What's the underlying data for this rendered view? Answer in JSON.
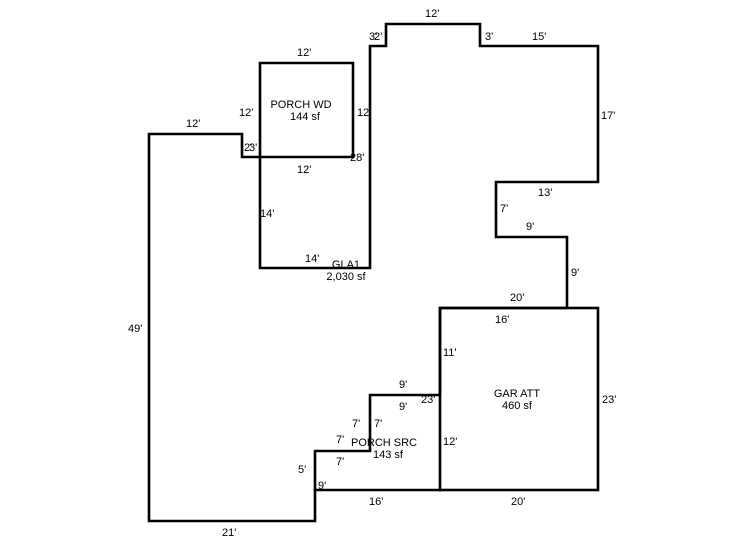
{
  "areas": {
    "gla": {
      "name": "GLA1",
      "size": "2,030 sf"
    },
    "porch_wd": {
      "name": "PORCH WD",
      "size": "144 sf"
    },
    "gar_att": {
      "name": "GAR ATT",
      "size": "460 sf"
    },
    "porch_src": {
      "name": "PORCH SRC",
      "size": "143 sf"
    }
  },
  "dimensions": {
    "gla_top_12": "12'",
    "gla_step_3a": "3'",
    "gla_step_2a": "2'",
    "gla_right_3": "3'",
    "gla_top_15": "15'",
    "gla_right_17": "17'",
    "gla_13": "13'",
    "gla_7": "7'",
    "gla_9a": "9'",
    "gla_9b": "9'",
    "gla_20_top": "20'",
    "gla_28": "28'",
    "gla_left_12": "12'",
    "gla_step_2b": "2'",
    "gla_step_3b": "3'",
    "gla_left_49": "49'",
    "gla_bottom_21": "21'",
    "gla_5": "5'",
    "gla_9c": "9'",
    "gla_16_bottom": "16'",
    "gla_7a": "7'",
    "gla_7b": "7'",
    "gla_7c": "7'",
    "gla_7d": "7'",
    "gla_9d": "9'",
    "gla_9e": "9'",
    "gla_23_small": "23'",
    "gla_14_vertical": "14'",
    "gla_14_horizontal": "14'",
    "porch_wd_top": "12'",
    "porch_wd_left": "12'",
    "porch_wd_right": "12'",
    "porch_wd_bottom": "12'",
    "gar_top": "16'",
    "gar_left": "11'",
    "gar_left_lower": "12'",
    "gar_right": "23'",
    "gar_bottom": "20'"
  }
}
